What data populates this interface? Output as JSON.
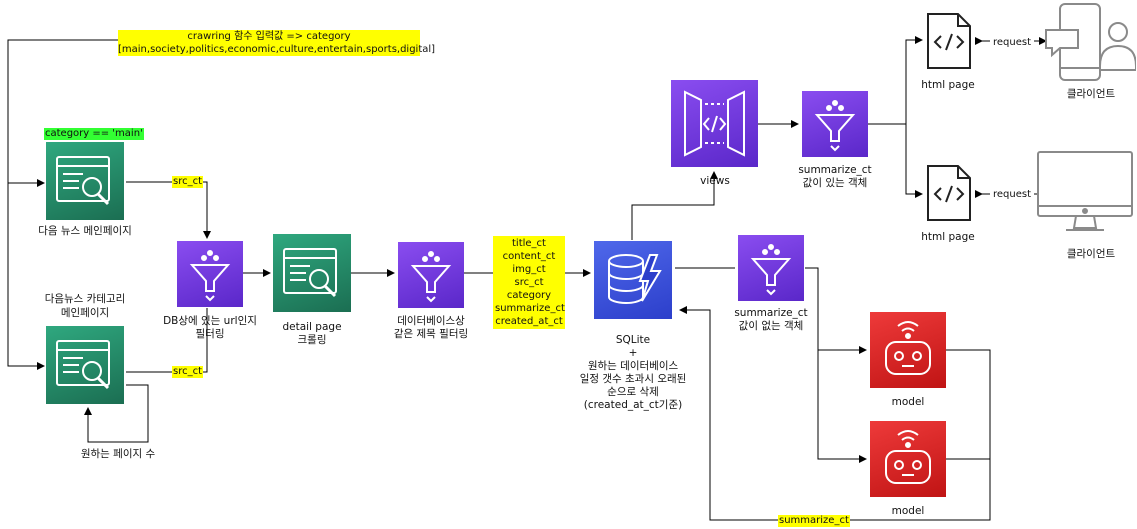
{
  "top_note": {
    "line1": "crawring 함수 입력값 => category",
    "line2": "[main,society,politics,economic,culture,entertain,sports,digital]"
  },
  "category_main_tag": "category == 'main'",
  "daum_main_label": "다음 뉴스 메인페이지",
  "daum_category_label": [
    "다음뉴스 카테고리",
    "메인페이지"
  ],
  "pages_label": "원하는 페이지 수",
  "src_ct_tag_top": "src_ct",
  "src_ct_tag_bottom": "src_ct",
  "url_filter_label": [
    "DB상에 있는 url인지",
    "필터링"
  ],
  "detail_label": [
    "detail page",
    "크롤링"
  ],
  "title_filter_label": [
    "데이터베이스상",
    "같은 제목 필터링"
  ],
  "fields": [
    "title_ct",
    "content_ct",
    "img_ct",
    "src_ct",
    "category",
    "summarize_ct",
    "created_at_ct"
  ],
  "sqlite_label": [
    "SQLite",
    "+",
    "원하는 데이터베이스",
    "일정 갯수 초과시 오래된",
    "순으로 삭제",
    "(created_at_ct기준)"
  ],
  "views_label": "views",
  "summ_present_label": [
    "summarize_ct",
    "값이 있는 객체"
  ],
  "summ_absent_label": [
    "summarize_ct",
    "값이 없는 객체"
  ],
  "html_page_top": "html page",
  "html_page_bottom": "html page",
  "request_top": "request",
  "request_bottom": "request",
  "client_top": "클라이언트",
  "client_bottom": "클라이언트",
  "model_top": "model",
  "model_bottom": "model",
  "summarize_return_tag": "summarize_ct",
  "colors": {
    "green": "#1b7a5a",
    "purple": "#7a3fe4",
    "red": "#d91f1f",
    "blue": "#3a52d9",
    "highlight_yellow": "#ffff00",
    "highlight_green": "#33ff33"
  }
}
